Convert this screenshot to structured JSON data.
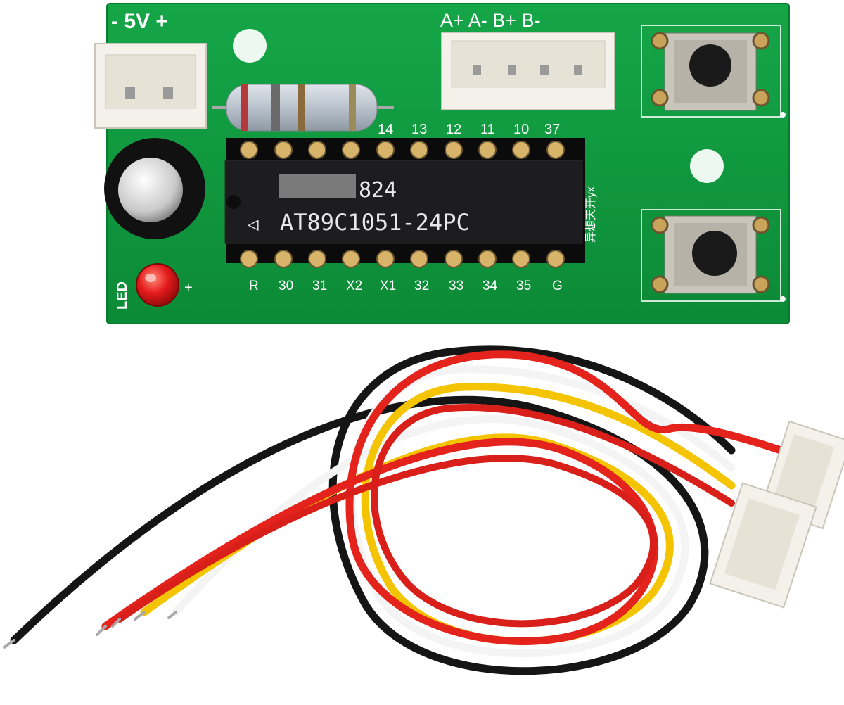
{
  "board": {
    "power_label": "- 5V +",
    "motor_labels": "A+ A- B+ B-",
    "top_pins": [
      "14",
      "13",
      "12",
      "11",
      "10",
      "37"
    ],
    "bottom_pins": [
      "R",
      "30",
      "31",
      "X2",
      "X1",
      "32",
      "33",
      "34",
      "35",
      "G"
    ],
    "side_text": "异想天开yx",
    "led_label": "LED",
    "led_plus": "+",
    "chip_code": "824",
    "chip_model": "AT89C1051-24PC",
    "chip_mark": "◁"
  },
  "colors": {
    "pcb": "#0f9a3e",
    "chip": "#1d1d1f",
    "led": "#e41b1b",
    "wire_red": "#e3231c",
    "wire_black": "#151515",
    "wire_yellow": "#f5c400",
    "wire_white": "#f4f4f4",
    "connector": "#f3f1ea"
  }
}
